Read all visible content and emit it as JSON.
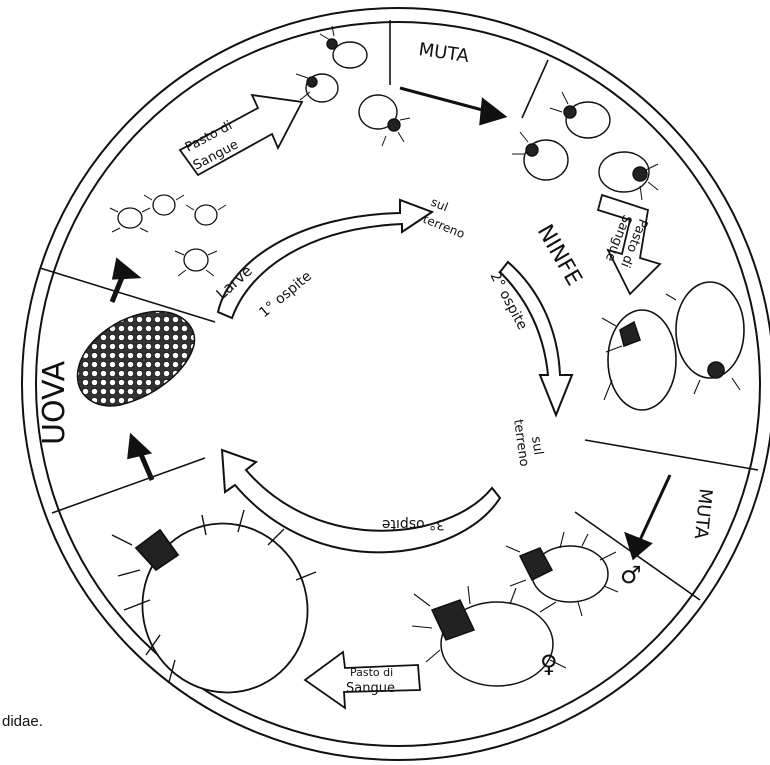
{
  "labels": {
    "uova": "UOVA",
    "larve": "Larve",
    "ninfe": "NINFE",
    "muta_top": "MUTA",
    "muta_right": "MUTA",
    "sul_terreno_top_1": "sul",
    "sul_terreno_top_2": "terreno",
    "sul_terreno_right_1": "sul",
    "sul_terreno_right_2": "terreno",
    "ospite_1": "1° ospite",
    "ospite_2": "2° ospite",
    "ospite_3": "3° ospite",
    "pasto_top_1": "Pasto di",
    "pasto_top_2": "Sangue",
    "pasto_right_1": "Pasto di",
    "pasto_right_2": "Sangue",
    "pasto_bottom_1": "Pasto di",
    "pasto_bottom_2": "Sangue",
    "male_symbol": "♂",
    "female_symbol": "♀"
  },
  "caption": "didae.",
  "colors": {
    "ink": "#111111",
    "engorged_fill": "#ffffff",
    "scute": "#222222"
  }
}
